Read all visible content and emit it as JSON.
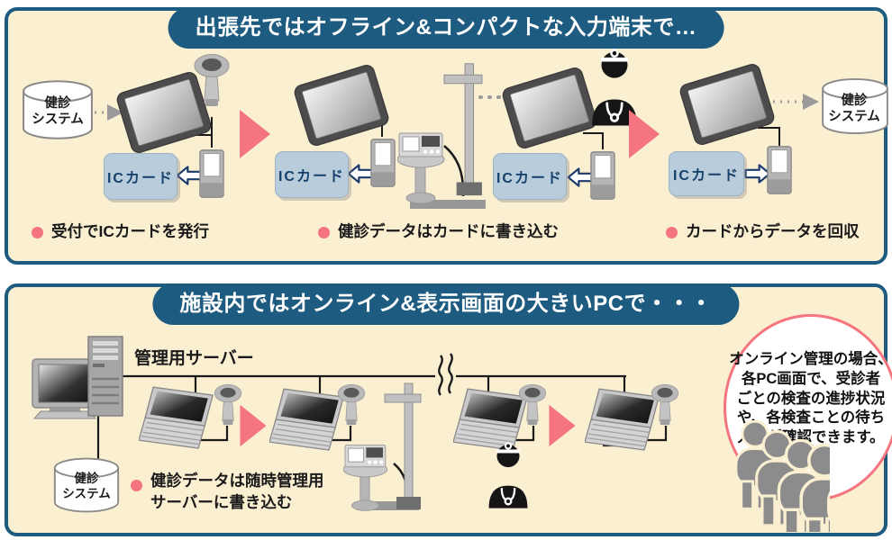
{
  "colors": {
    "frame_teal": "#1e5b80",
    "panel_cream": "#faefd1",
    "accent_pink": "#f4757f",
    "ic_box_blue": "#b9ccdb",
    "ic_text_navy": "#15406b",
    "device_gray": "#b3b3b3",
    "people_gray": "#8c8c8c",
    "line_black": "#1a1a1a"
  },
  "offsite": {
    "title": "出張先ではオフライン&コンパクトな入力端末で…",
    "db_left": {
      "line1": "健診",
      "line2": "システム"
    },
    "db_right": {
      "line1": "健診",
      "line2": "システム"
    },
    "ic_card_label": "ICカード",
    "steps": [
      "受付でICカードを発行",
      "健診データはカードに書き込む",
      "カードからデータを回収"
    ]
  },
  "onsite": {
    "title": "施設内ではオンライン&表示画面の大きいPCで・・・",
    "server_label": "管理用サーバー",
    "db": {
      "line1": "健診",
      "line2": "システム"
    },
    "note": {
      "line1": "健診データは随時管理用",
      "line2": "サーバーに書き込む"
    },
    "callout_lines": [
      "オンライン管理の場合、",
      "各PC画面で、受診者",
      "ごとの検査の進捗状況",
      "や、各検査ことの待ち",
      "人数が確認できます。"
    ]
  }
}
